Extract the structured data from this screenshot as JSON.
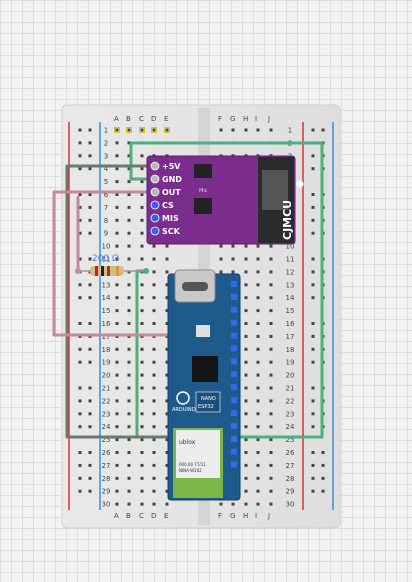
{
  "breadboard": {
    "top_cols_left": [
      "A",
      "B",
      "C",
      "D",
      "E"
    ],
    "top_cols_right": [
      "F",
      "G",
      "H",
      "I",
      "J"
    ],
    "bottom_cols_left": [
      "A",
      "B",
      "C",
      "D",
      "E"
    ],
    "bottom_cols_right": [
      "F",
      "G",
      "H",
      "I",
      "J"
    ],
    "rows": [
      "1",
      "2",
      "3",
      "4",
      "5",
      "6",
      "7",
      "8",
      "9",
      "10",
      "11",
      "12",
      "13",
      "14",
      "15",
      "16",
      "17",
      "18",
      "19",
      "20",
      "21",
      "22",
      "23",
      "24",
      "25",
      "26",
      "27",
      "28",
      "29",
      "30"
    ]
  },
  "mic_module": {
    "brand": "CJMCU",
    "chip_label": "Mic",
    "pins": [
      "+5V",
      "GND",
      "OUT",
      "CS",
      "MIS",
      "SCK"
    ],
    "pin_colors": [
      "#b8b8b8",
      "#b8b8b8",
      "#b8b8b8",
      "#3a5cff",
      "#3a5cff",
      "#3a5cff"
    ]
  },
  "resistor": {
    "label": "200 Ω"
  },
  "nano": {
    "brand": "ARDUINO",
    "model_line1": "NANO",
    "model_line2": "ESP32",
    "ublox": "ublox",
    "module_line1": "NINA-W102",
    "module_line2": "000.00 77/11"
  },
  "colors": {
    "wire_green": "#4caf7d",
    "wire_gray": "#6b7a6b",
    "wire_pink": "#c58a9a",
    "board_purple": "#7b2d8e",
    "nano_blue": "#1e5a8c",
    "rail_red": "#d33",
    "rail_blue": "#3a8fd8"
  }
}
